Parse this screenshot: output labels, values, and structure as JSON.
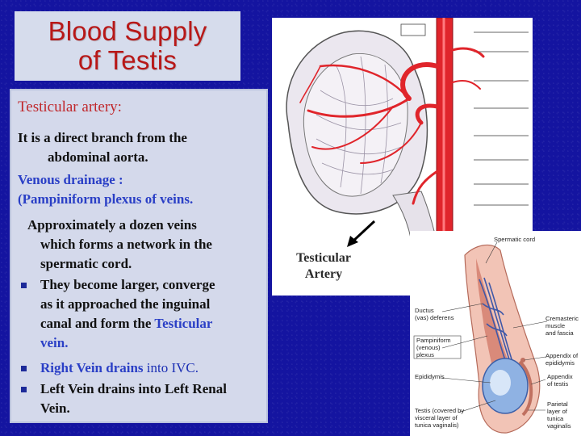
{
  "title": {
    "line1": "Blood  Supply",
    "line2": "of Testis"
  },
  "text": {
    "heading": "Testicular artery:",
    "p1_line1": "It is a direct branch from  the",
    "p1_line2": "abdominal aorta.",
    "venous_heading": "Venous drainage :",
    "venous_line": "(Pampiniform plexus  of veins.",
    "approx_line1": "Approximately a dozen veins",
    "approx_line2": "which  forms a network  in the",
    "approx_line3": "spermatic cord.",
    "bullet1_line1": "They become larger, converge",
    "bullet1_line2": "as it approached the inguinal",
    "bullet1_line3_prefix": "canal and form the ",
    "bullet1_line3_highlight": "Testicular",
    "bullet1_line4_highlight": "vein.",
    "bullet2_highlight": "Right Vein drains",
    "bullet2_rest": " into IVC.",
    "bullet3_line1": "Left Vein drains into Left  Renal",
    "bullet3_line2": "Vein."
  },
  "figure_caption": {
    "line1": "Testicular",
    "line2": "Artery"
  },
  "diagram_labels": {
    "spermatic_cord": "Spermatic cord",
    "ductus1": "Ductus",
    "ductus2": "(vas) deferens",
    "pampiniform1": "Pampiniform",
    "pampiniform2": "(venous)",
    "pampiniform3": "plexus",
    "epididymis": "Epididymis",
    "testis1": "Testis (covered by",
    "testis2": "visceral layer of",
    "testis3": "tunica vaginalis)",
    "cremasteric1": "Cremasteric",
    "cremasteric2": "muscle",
    "cremasteric3": "and fascia",
    "app_epid1": "Appendix of",
    "app_epid2": "epididymis",
    "app_testis1": "Appendix",
    "app_testis2": "of testis",
    "parietal1": "Parietal",
    "parietal2": "layer of",
    "parietal3": "tunica",
    "parietal4": "vaginalis"
  },
  "colors": {
    "title_red": "#b81818",
    "text_blue": "#2a3fc6",
    "artery_red": "#e0252b",
    "panel": "#d4d9eb",
    "background": "#1414a0"
  }
}
